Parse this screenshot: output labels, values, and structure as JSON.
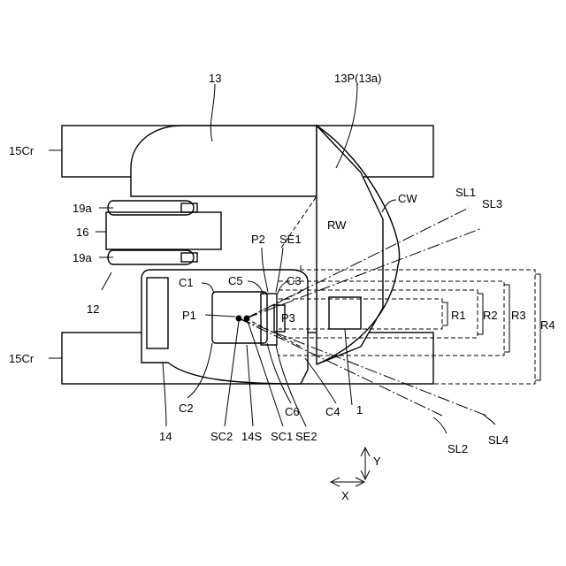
{
  "labels": {
    "n13": "13",
    "n13p": "13P(13a)",
    "n15cr_top": "15Cr",
    "n15cr_bottom": "15Cr",
    "cw": "CW",
    "sl1": "SL1",
    "sl3": "SL3",
    "n19a_top": "19a",
    "n16": "16",
    "n19a_bottom": "19a",
    "rw": "RW",
    "p2": "P2",
    "se1": "SE1",
    "n12": "12",
    "c1": "C1",
    "c5": "C5",
    "c3": "C3",
    "p1": "P1",
    "p3": "P3",
    "r1": "R1",
    "r2": "R2",
    "r3": "R3",
    "r4": "R4",
    "c2": "C2",
    "c6": "C6",
    "c4": "C4",
    "n1": "1",
    "n14": "14",
    "sc2": "SC2",
    "n14s": "14S",
    "sc1": "SC1",
    "se2": "SE2",
    "sl2": "SL2",
    "sl4": "SL4",
    "y_axis": "Y",
    "x_axis": "X"
  }
}
